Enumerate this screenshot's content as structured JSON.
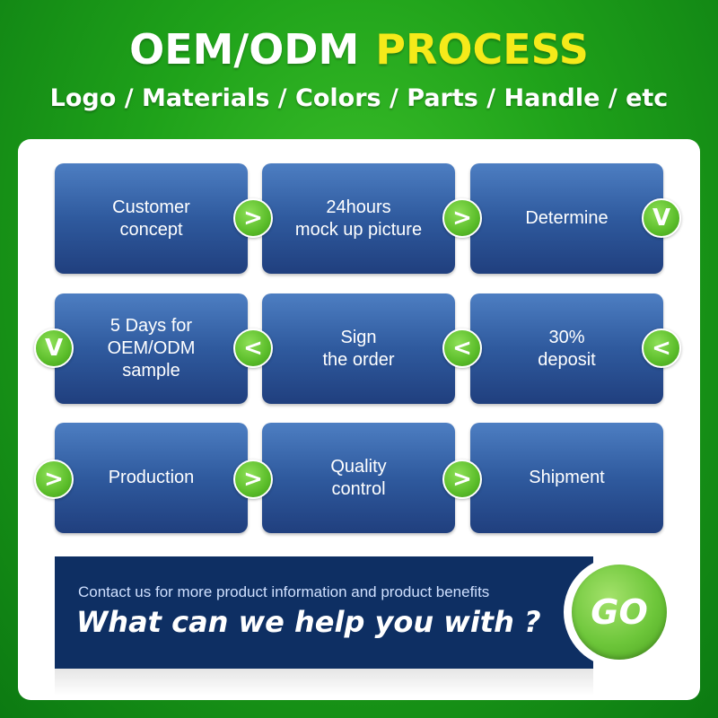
{
  "header": {
    "title_main": "OEM/ODM",
    "title_highlight": "PROCESS",
    "subtitle": "Logo / Materials / Colors / Parts / Handle / etc"
  },
  "steps": [
    {
      "label": "Customer\nconcept"
    },
    {
      "label": "24hours\nmock up picture"
    },
    {
      "label": "Determine"
    },
    {
      "label": "5 Days for\nOEM/ODM\nsample"
    },
    {
      "label": "Sign\nthe order"
    },
    {
      "label": "30%\ndeposit"
    },
    {
      "label": "Production"
    },
    {
      "label": "Quality\ncontrol"
    },
    {
      "label": "Shipment"
    }
  ],
  "arrows": {
    "right": ">",
    "left": "<",
    "down": "V"
  },
  "banner": {
    "small_text": "Contact us for more product information and product benefits",
    "big_text": "What can we help you with ?",
    "go_label": "GO"
  },
  "colors": {
    "background_green": "#1fa21a",
    "title_yellow": "#f5ea1a",
    "box_blue": "#2f5a9e",
    "arrow_green": "#5bbd2a",
    "banner_navy": "#0e2f63"
  }
}
